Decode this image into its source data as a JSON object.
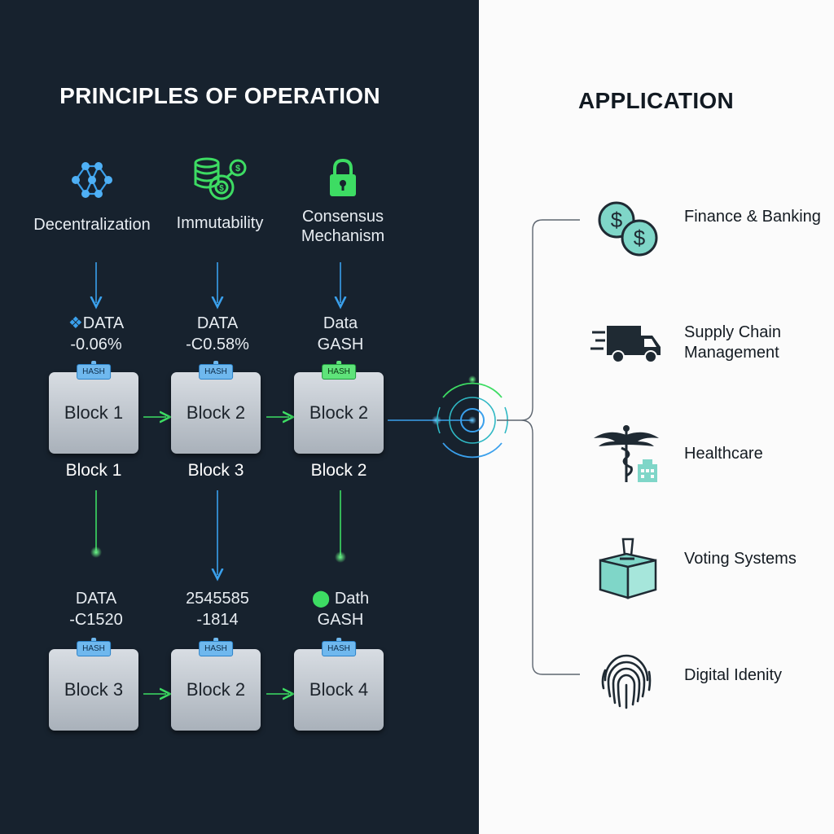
{
  "left": {
    "title": "PRINCIPLES OF OPERATION",
    "principles": [
      {
        "label": "Decentralization",
        "icon": "network-icon"
      },
      {
        "label": "Immutability",
        "icon": "coin-stack-icon"
      },
      {
        "label": "Consensus Mechanism",
        "icon": "lock-icon"
      }
    ],
    "row1": {
      "data": [
        {
          "line1": "DATA",
          "line2": "-0.06%"
        },
        {
          "line1": "DATA",
          "line2": "-C0.58%"
        },
        {
          "line1": "Data",
          "line2": "GASH"
        }
      ],
      "blocks": [
        {
          "label": "Block 1",
          "hash": "HASH"
        },
        {
          "label": "Block 2",
          "hash": "HASH"
        },
        {
          "label": "Block 2",
          "hash": "HASH"
        }
      ],
      "captions": [
        "Block 1",
        "Block 3",
        "Block 2"
      ]
    },
    "row2": {
      "data": [
        {
          "line1": "DATA",
          "line2": "-C1520"
        },
        {
          "line1": "2545585",
          "line2": "-1814"
        },
        {
          "line1": "Dath",
          "line2": "GASH"
        }
      ],
      "blocks": [
        {
          "label": "Block 3",
          "hash": "HASH"
        },
        {
          "label": "Block 2",
          "hash": "HASH"
        },
        {
          "label": "Block 4",
          "hash": "HASH"
        }
      ]
    }
  },
  "right": {
    "title": "APPLICATION",
    "items": [
      {
        "label": "Finance & Banking",
        "icon": "dollar-coins-icon"
      },
      {
        "label": "Supply Chain Management",
        "icon": "delivery-truck-icon"
      },
      {
        "label": "Healthcare",
        "icon": "caduceus-icon"
      },
      {
        "label": "Voting Systems",
        "icon": "ballot-box-icon"
      },
      {
        "label": "Digital Idenity",
        "icon": "fingerprint-icon"
      }
    ]
  },
  "colors": {
    "dark_bg": "#17222e",
    "light_bg": "#fbfbfb",
    "accent_blue": "#3aa0ec",
    "accent_green": "#3ddc63",
    "teal": "#7fd6c8"
  }
}
